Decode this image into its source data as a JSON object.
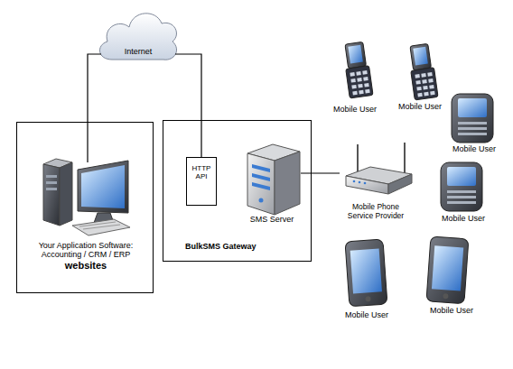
{
  "diagram": {
    "nodes": [
      {
        "text": [
          "Internet"
        ]
      },
      {
        "text": [
          "Your Application Software: Accounting / CRM / ERP",
          "websites"
        ]
      },
      {
        "text": [
          "BulkSMS Gateway"
        ]
      },
      {
        "text": [
          "HTTP API"
        ],
        "in": 2
      },
      {
        "text": [
          "SMS Server"
        ],
        "in": 2
      },
      {
        "text": [
          "Mobile Phone Service Provider"
        ]
      },
      {
        "text": [
          "Mobile User"
        ]
      },
      {
        "text": [
          "Mobile User"
        ]
      },
      {
        "text": [
          "Mobile User"
        ]
      },
      {
        "text": [
          "Mobile User"
        ]
      },
      {
        "text": [
          "Mobile User"
        ]
      },
      {
        "text": [
          "Mobile User"
        ]
      }
    ],
    "edges": [
      {
        "from": 1,
        "to": 0,
        "arrow": "none"
      },
      {
        "from": 0,
        "to": 3,
        "arrow": "none"
      },
      {
        "from": 4,
        "to": 5,
        "arrow": "none"
      }
    ]
  }
}
